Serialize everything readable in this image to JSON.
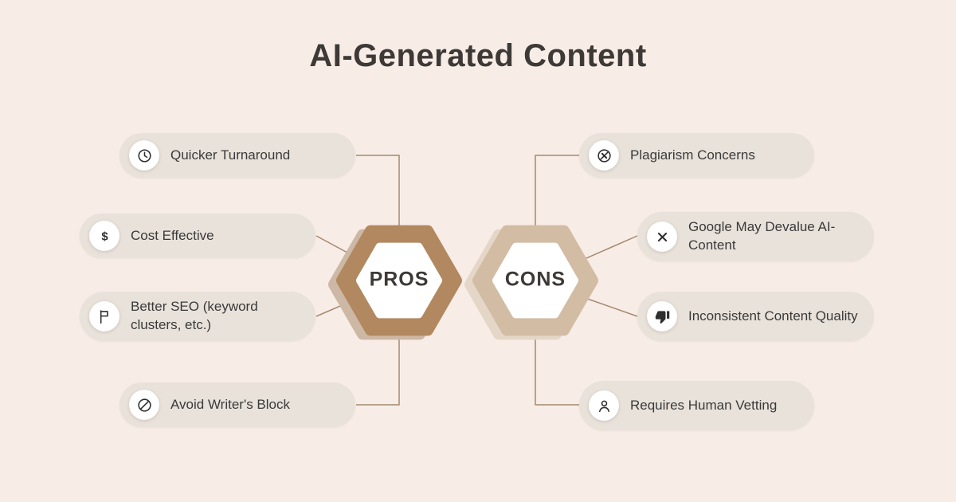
{
  "title": "AI-Generated Content",
  "pros": {
    "label": "PROS",
    "items": [
      {
        "label": "Quicker Turnaround",
        "icon": "clock-icon"
      },
      {
        "label": "Cost Effective",
        "icon": "dollar-icon"
      },
      {
        "label": "Better SEO (keyword clusters, etc.)",
        "icon": "flag-icon"
      },
      {
        "label": "Avoid Writer's Block",
        "icon": "block-icon"
      }
    ]
  },
  "cons": {
    "label": "CONS",
    "items": [
      {
        "label": "Plagiarism Concerns",
        "icon": "no-plagiarism-icon"
      },
      {
        "label": "Google May Devalue AI-Content",
        "icon": "x-icon"
      },
      {
        "label": "Inconsistent Content Quality",
        "icon": "thumbs-down-icon"
      },
      {
        "label": "Requires Human Vetting",
        "icon": "person-icon"
      }
    ]
  },
  "colors": {
    "background": "#f8ece6",
    "title_text": "#3d3936",
    "pill_background": "#e9e2db",
    "pill_text": "#3a3a3a",
    "icon_circle": "#ffffff",
    "icon_stroke": "#2f2f2f",
    "connector_line": "#a3896f",
    "pros_hex": "#b1885f",
    "pros_hex_back": "#cdb8a5",
    "cons_hex": "#d3bca4",
    "cons_hex_back": "#e4d7c7",
    "hex_inner": "#ffffff",
    "hex_label_text": "#3d3936"
  }
}
